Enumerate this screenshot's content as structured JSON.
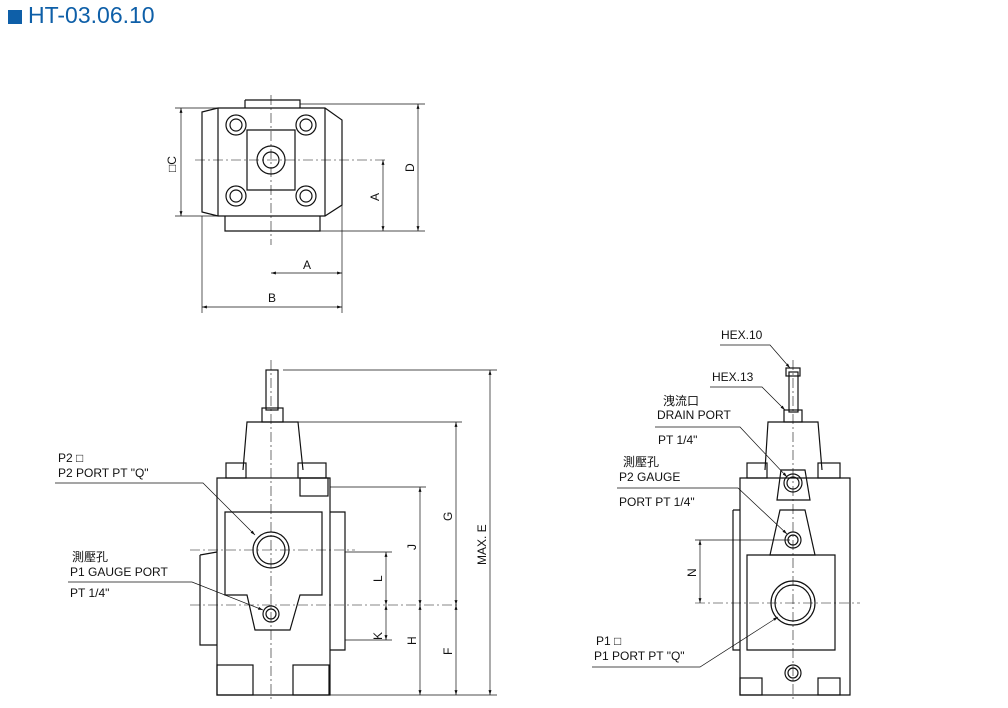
{
  "header": {
    "title": "HT-03.06.10"
  },
  "top_view": {
    "dim_c": "□C",
    "dim_a_vertical": "A",
    "dim_d": "D",
    "dim_a_horizontal": "A",
    "dim_b": "B"
  },
  "front_view": {
    "p2_port": {
      "line1": "P2 □",
      "line2": "P2  PORT    PT \"Q\""
    },
    "p1_gauge": {
      "line1": "測壓孔",
      "line2": "P1   GAUGE   PORT",
      "line3": "PT  1/4\""
    },
    "dims": {
      "max_e": "MAX. E",
      "g": "G",
      "f": "F",
      "j": "J",
      "h": "H",
      "l": "L",
      "k": "K"
    }
  },
  "side_view": {
    "hex10": "HEX.10",
    "hex13": "HEX.13",
    "drain": {
      "line1": "洩流口",
      "line2": "DRAIN PORT",
      "line3": "PT    1/4\""
    },
    "p2_gauge": {
      "line1": "測壓孔",
      "line2": "P2 GAUGE",
      "line3": "PORT PT      1/4\""
    },
    "p1_port": {
      "line1": "P1 □",
      "line2": "P1  PORT  PT \"Q\""
    },
    "dims": {
      "n": "N"
    }
  }
}
